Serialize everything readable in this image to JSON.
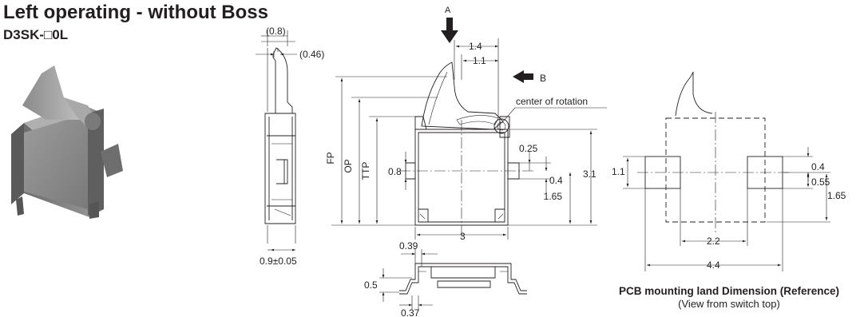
{
  "header": {
    "title": "Left operating - without Boss",
    "model": "D3SK-□0L"
  },
  "side_view": {
    "dim_top": "(0.8)",
    "dim_top_right": "(0.46)",
    "dim_bottom": "0.9±0.05"
  },
  "front_view": {
    "arrow_a": "A",
    "arrow_b": "B",
    "dim_1_4": "1.4",
    "dim_1_1": "1.1",
    "center_label": "center of rotation",
    "label_fp": "FP",
    "label_op": "OP",
    "label_ttp": "TTP",
    "dim_0_25": "0.25",
    "dim_0_8": "0.8",
    "dim_0_4": "0.4",
    "dim_3_1": "3.1",
    "dim_1_65": "1.65",
    "dim_3": "3"
  },
  "bottom_view": {
    "dim_0_39": "0.39",
    "dim_0_5": "0.5",
    "dim_0_37": "0.37"
  },
  "pcb_view": {
    "dim_1_1": "1.1",
    "dim_0_4": "0.4",
    "dim_0_55": "0.55",
    "dim_1_65": "1.65",
    "dim_2_2": "2.2",
    "dim_4_4": "4.4",
    "caption": "PCB mounting land Dimension (Reference)",
    "subcaption": "(View from switch top)"
  }
}
